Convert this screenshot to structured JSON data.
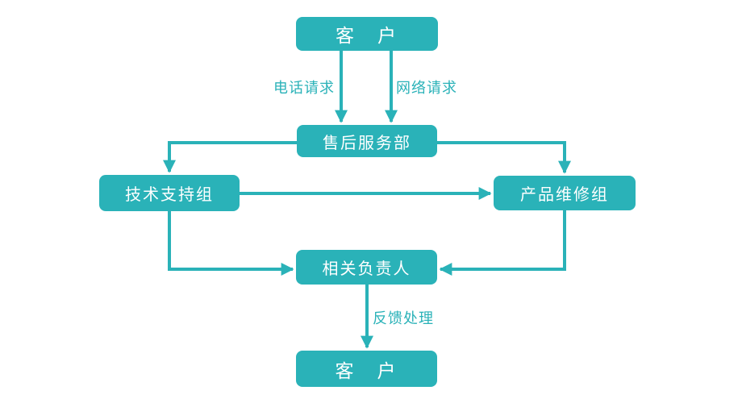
{
  "diagram": {
    "title": "after-sales-service-flowchart",
    "accent_color": "#2ab2b8",
    "node_text_color": "#ffffff",
    "background_color": "#ffffff",
    "nodes": {
      "customer_top": "客　户",
      "after_sales": "售后服务部",
      "tech_support": "技术支持组",
      "product_repair": "产品维修组",
      "responsible": "相关负责人",
      "customer_bottom": "客　户"
    },
    "edges": {
      "phone_request": "电话请求",
      "network_request": "网络请求",
      "feedback": "反馈处理"
    }
  }
}
